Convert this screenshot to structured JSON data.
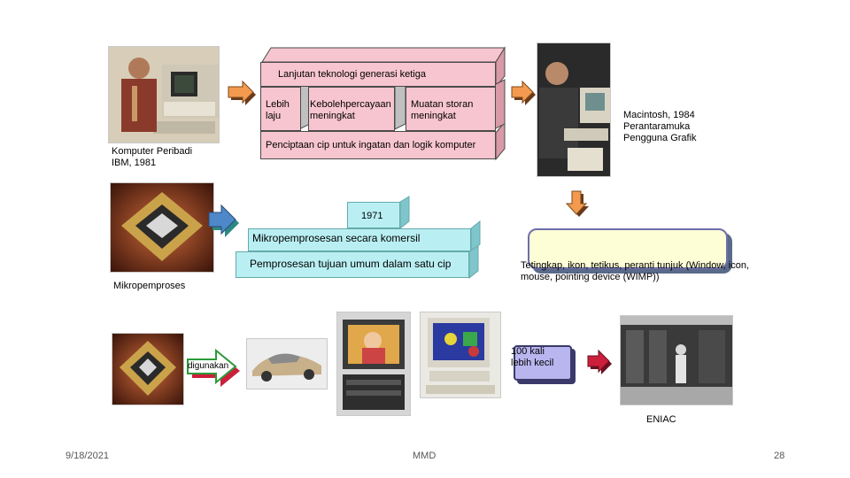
{
  "top": {
    "header": "Lanjutan teknologi generasi ketiga",
    "col1": "Lebih laju",
    "col2": "Kebolehpercayaan meningkat",
    "col3": "Muatan storan meningkat",
    "bottom": "Penciptaan cip untuk ingatan dan logik komputer"
  },
  "ibm_caption": "Komputer Peribadi IBM, 1981",
  "mac_caption": "Macintosh, 1984 Perantaramuka Pengguna Grafik",
  "middle": {
    "year": "1971",
    "line1": "Mikropemprosesan secara komersil",
    "line2": "Pemprosesan tujuan umum dalam satu cip"
  },
  "micro_caption": "Mikropemproses",
  "wimp_text": "Tetingkap, ikon, tetikus, peranti tunjuk (Window, icon, mouse, pointing device (WIMP))",
  "digunakan_label": "digunakan",
  "smaller_label": "100 kali lebih kecil",
  "eniac_caption": "ENIAC",
  "footer": {
    "date": "9/18/2021",
    "center": "MMD",
    "page": "28"
  },
  "colors": {
    "pink": "#f7c5cf",
    "cyan": "#b9eff3",
    "yellow": "#fdfdd6",
    "lavender": "#b9b5ef",
    "orange_arrow": "#f39a4f",
    "blue_arrow": "#4f88c8",
    "teal_arrow": "#2a8a82",
    "crimson_arrow": "#cc1f3c",
    "green_arrow": "#2b9a3a"
  }
}
